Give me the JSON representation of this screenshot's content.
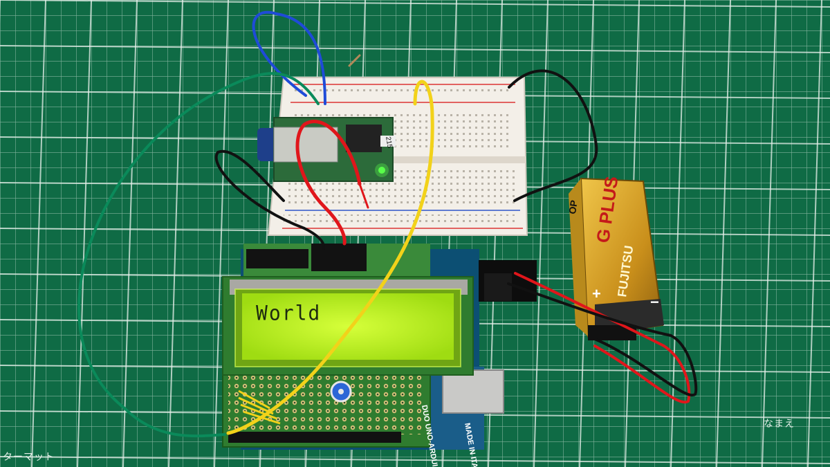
{
  "lcd": {
    "line1": "World"
  },
  "battery": {
    "brand": "FUJITSU",
    "series": "G PLUS",
    "plus_sign": "+",
    "minus_sign": "−",
    "side_text": "OP"
  },
  "arduino": {
    "made_in": "MADE\nIN ITALY",
    "label": "DUO UNO-ARDUI"
  },
  "module": {
    "number": "215"
  },
  "mat": {
    "bottom_left": "ターマット",
    "bottom_right": "なまえ"
  },
  "colors": {
    "mat": "#0f6b45",
    "grid": "#e6f0ea",
    "lcd_backlight": "#b8ef1e",
    "wire_red": "#e0161b",
    "wire_yellow": "#f2d21a",
    "wire_blue": "#1f4bd8",
    "wire_green": "#0a8a5a",
    "wire_black": "#111111",
    "battery_gold": "#d9a82a"
  }
}
